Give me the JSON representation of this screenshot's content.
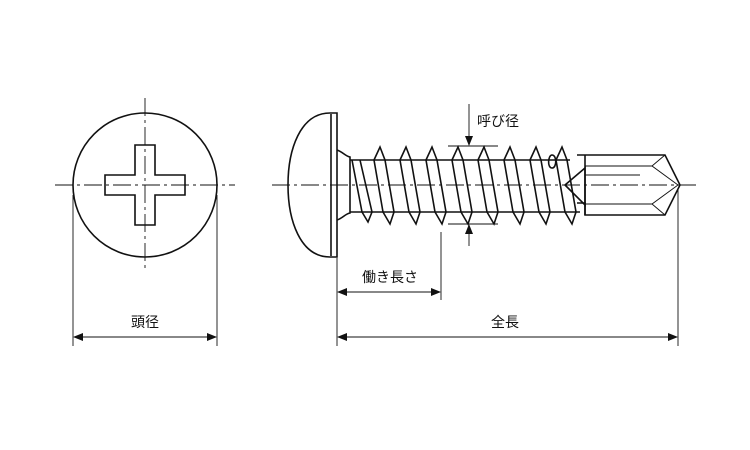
{
  "labels": {
    "nominal_diameter": "呼び径",
    "effective_length": "働き長さ",
    "head_diameter": "頭径",
    "total_length": "全長"
  }
}
